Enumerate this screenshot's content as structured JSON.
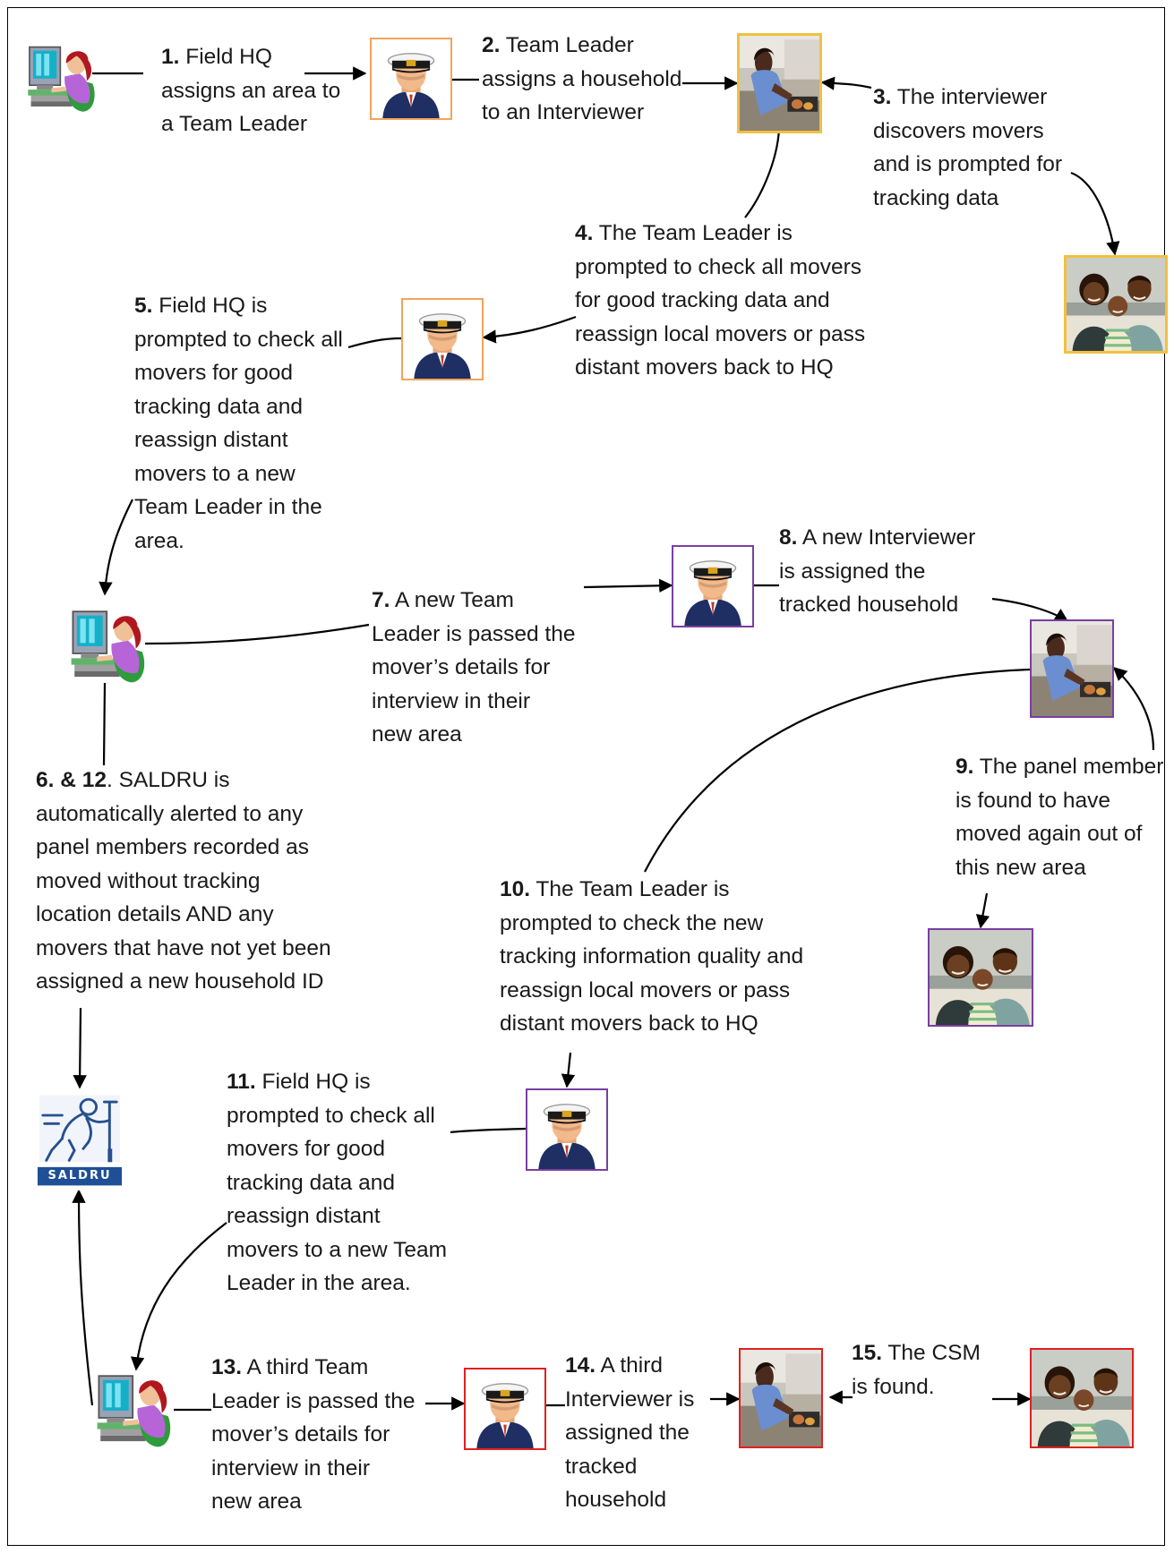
{
  "steps": [
    {
      "num": "1.",
      "lines": [
        "Field HQ",
        "assigns an area to",
        "a Team Leader"
      ]
    },
    {
      "num": "2.",
      "lines": [
        "Team Leader",
        "assigns a household",
        "to an Interviewer"
      ]
    },
    {
      "num": "3.",
      "lines": [
        "The interviewer",
        "discovers movers",
        "and is prompted for",
        "tracking data"
      ]
    },
    {
      "num": "4.",
      "lines": [
        "The Team Leader is",
        "prompted to check all movers",
        "for good tracking data and",
        "reassign local movers or pass",
        "distant movers back to HQ"
      ]
    },
    {
      "num": "5.",
      "lines": [
        "Field HQ is",
        "prompted to check all",
        "movers for good",
        "tracking data and",
        "reassign distant",
        "movers to a new",
        "Team Leader in the",
        "area."
      ]
    },
    {
      "num": "6. & 12",
      "lines": [
        ". SALDRU is",
        "automatically alerted to any",
        "panel members recorded as",
        "moved without tracking",
        "location details AND any",
        "movers that have not yet been",
        "assigned a new household ID"
      ]
    },
    {
      "num": "7.",
      "lines": [
        "A new Team",
        "Leader is passed the",
        "mover’s details for",
        "interview in their",
        "new area"
      ]
    },
    {
      "num": "8.",
      "lines": [
        "A new Interviewer",
        "is assigned the",
        "tracked household"
      ]
    },
    {
      "num": "9.",
      "lines": [
        "The panel member",
        "is found to have",
        "moved again out of",
        "this new area"
      ]
    },
    {
      "num": "10.",
      "lines": [
        "The Team Leader is",
        "prompted to check the new",
        "tracking information quality and",
        "reassign local movers or pass",
        "distant movers back to HQ"
      ]
    },
    {
      "num": "11.",
      "lines": [
        "Field HQ is",
        "prompted to check all",
        "movers for good",
        "tracking data and",
        "reassign distant",
        "movers to a new Team",
        "Leader in the area."
      ]
    },
    {
      "num": "13.",
      "lines": [
        "A third Team",
        "Leader is passed the",
        "mover’s details for",
        "interview in their",
        "new area"
      ]
    },
    {
      "num": "14.",
      "lines": [
        "A third",
        "Interviewer is",
        "assigned the",
        "tracked",
        "household"
      ]
    },
    {
      "num": "15.",
      "lines": [
        "The CSM",
        "is found."
      ]
    }
  ],
  "logo": {
    "text": "SALDRU"
  },
  "colors": {
    "orange": "#f2a45c",
    "gold": "#f0c040",
    "purple": "#7a3fa0",
    "red": "#e02020"
  },
  "icons": {
    "field_hq": "computer-operator-icon",
    "team_leader": "officer-avatar-icon",
    "interviewer": "interviewer-photo-icon",
    "household": "family-photo-icon",
    "saldru": "saldru-logo-icon"
  }
}
